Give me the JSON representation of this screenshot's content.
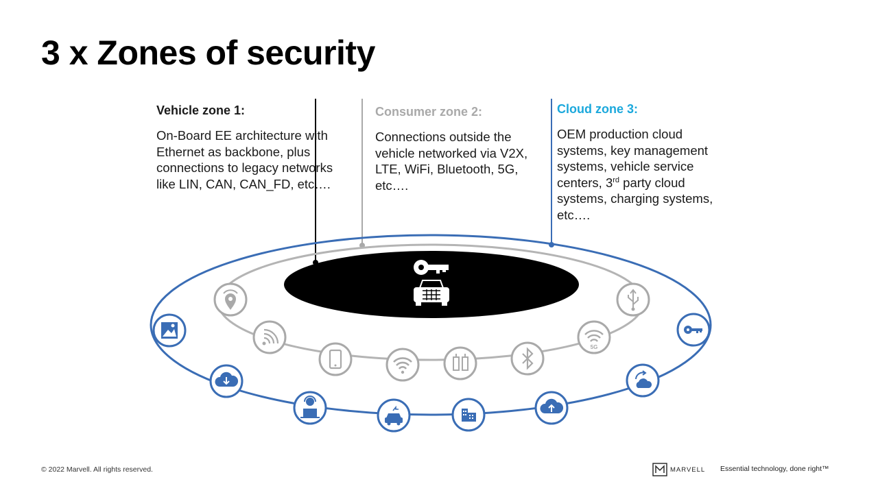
{
  "title": "3 x Zones of security",
  "zones": [
    {
      "heading": "Vehicle zone 1:",
      "body": "On-Board EE architecture with Ethernet as backbone, plus connections to legacy networks like LIN, CAN, CAN_FD, etc…."
    },
    {
      "heading": "Consumer zone 2:",
      "body": "Connections outside the vehicle networked via V2X, LTE, WiFi, Bluetooth, 5G, etc…."
    },
    {
      "heading": "Cloud zone 3:",
      "body_before_sup": "OEM production cloud systems, key management systems, vehicle service centers, 3",
      "sup": "rd",
      "body_after_sup": " party cloud systems, charging systems, etc…."
    }
  ],
  "icon_labels": {
    "fiveg": "5G"
  },
  "colors": {
    "zone1": "#000000",
    "zone2": "#a9a9a9",
    "zone3": "#3a6db5",
    "zone3_heading": "#1ba8dc"
  },
  "footer": {
    "copyright": "© 2022 Marvell. All rights reserved.",
    "brand": "MARVELL",
    "tagline": "Essential technology, done right™"
  }
}
